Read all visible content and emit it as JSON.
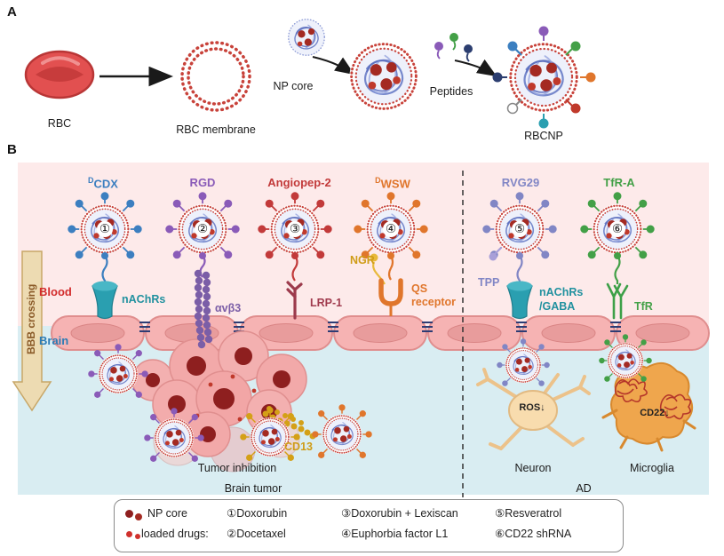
{
  "panel_a": {
    "label": "A",
    "rbc_label": "RBC",
    "membrane_label": "RBC membrane",
    "np_core_label": "NP core",
    "peptides_label": "Peptides",
    "rbcnp_label": "RBCNP"
  },
  "panel_b": {
    "label": "B",
    "bbb_arrow_label": "BBB crossing",
    "blood_label": "Blood",
    "brain_label": "Brain",
    "ligands": [
      {
        "pre": "D",
        "label": "CDX",
        "number": "①",
        "color": "#3c7fc0"
      },
      {
        "label": "RGD",
        "number": "②",
        "color": "#8a5bb8"
      },
      {
        "label": "Angiopep-2",
        "number": "③",
        "color": "#c23a3a"
      },
      {
        "pre": "D",
        "label": "WSW",
        "number": "④",
        "color": "#e0762c"
      },
      {
        "label": "RVG29",
        "number": "⑤",
        "color": "#8186c5"
      },
      {
        "label": "TfR-A",
        "number": "⑥",
        "color": "#43a047"
      }
    ],
    "receptors": {
      "nachrs": "nAChRs",
      "avb3": "αvβ3",
      "lrp1": "LRP-1",
      "qs": "QS receptor",
      "nachrs_gaba_line1": "nAChRs",
      "nachrs_gaba_line2": "/GABA",
      "tfr": "TfR"
    },
    "ngr_label": "NGR",
    "tpp_label": "TPP",
    "cd13_label": "CD13",
    "tumor_inhibition_label": "Tumor inhibition",
    "brain_tumor_label": "Brain tumor",
    "ros_label": "ROS↓",
    "cd22_label": "CD22↓",
    "neuron_label": "Neuron",
    "microglia_label": "Microglia",
    "ad_label": "AD"
  },
  "legend": {
    "np_core_label": "NP core",
    "loaded_drugs_label": "loaded drugs:",
    "entries": {
      "e1": "①Doxorubin",
      "e2": "②Docetaxel",
      "e3": "③Doxorubin + Lexiscan",
      "e4": "④Euphorbia factor L1",
      "e5": "⑤Resveratrol",
      "e6": "⑥CD22 shRNA"
    }
  },
  "colors": {
    "blood_region": "#fdeaea",
    "brain_region": "#d9edf2",
    "membrane_red": "#c8423a",
    "np_core_dark_red": "#a42a22",
    "teal_receptor": "#2a9fb0",
    "gold_cd13": "#d4a017",
    "bbb_arrow_tan": "#eddbb2"
  }
}
